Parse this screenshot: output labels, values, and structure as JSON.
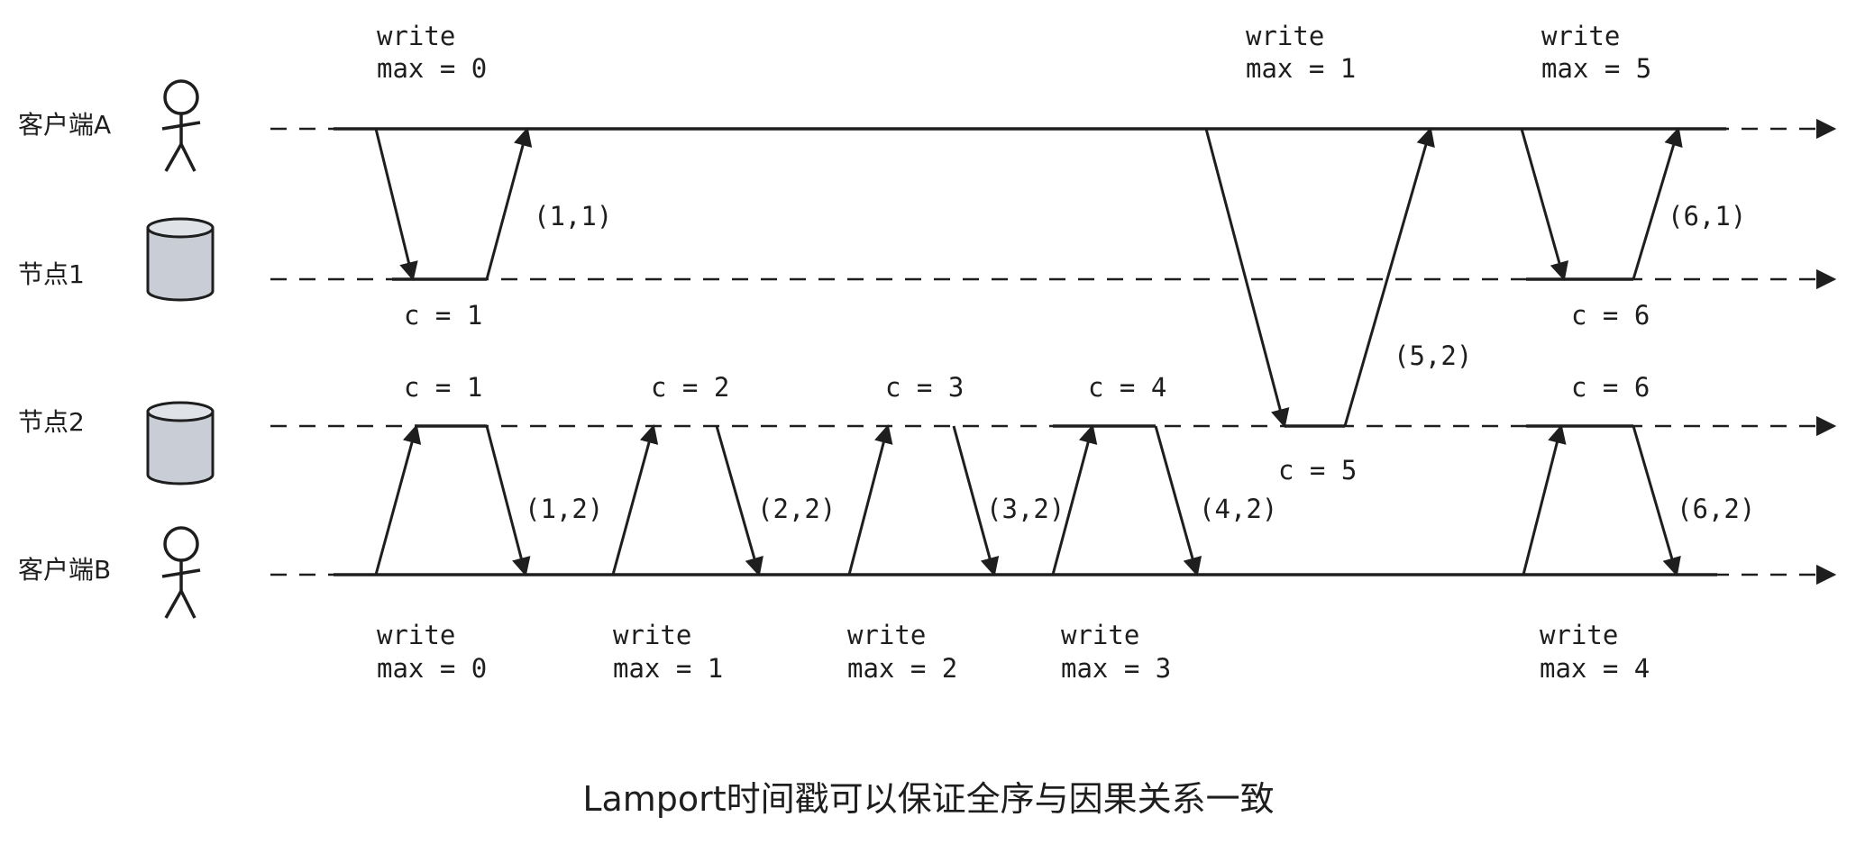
{
  "lanes": [
    {
      "name": "客户端A",
      "kind": "person"
    },
    {
      "name": "节点1",
      "kind": "node"
    },
    {
      "name": "节点2",
      "kind": "node"
    },
    {
      "name": "客户端B",
      "kind": "person"
    }
  ],
  "a_writes": [
    {
      "write": "write",
      "max": "max = 0"
    },
    {
      "write": "write",
      "max": "max = 1"
    },
    {
      "write": "write",
      "max": "max = 5"
    }
  ],
  "b_writes": [
    {
      "write": "write",
      "max": "max = 0"
    },
    {
      "write": "write",
      "max": "max = 1"
    },
    {
      "write": "write",
      "max": "max = 2"
    },
    {
      "write": "write",
      "max": "max = 3"
    },
    {
      "write": "write",
      "max": "max = 4"
    }
  ],
  "node1_counters": [
    "c = 1",
    "c = 6"
  ],
  "node2_counters": [
    "c = 1",
    "c = 2",
    "c = 3",
    "c = 4",
    "c = 5",
    "c = 6"
  ],
  "timestamps": [
    "(1,1)",
    "(5,2)",
    "(6,1)",
    "(1,2)",
    "(2,2)",
    "(3,2)",
    "(4,2)",
    "(6,2)"
  ],
  "caption": "Lamport时间戳可以保证全序与因果关系一致",
  "colors": {
    "ink": "#1e1e1e",
    "db_fill": "#c9ced6"
  }
}
